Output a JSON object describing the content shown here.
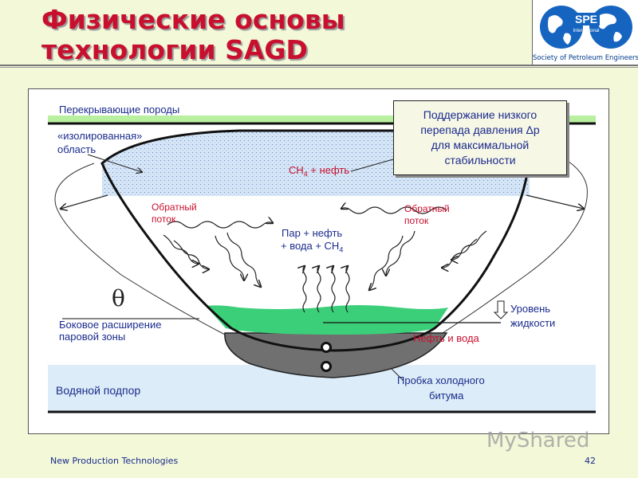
{
  "header": {
    "title_line1": "Физические основы",
    "title_line2": "технологии SAGD",
    "logo_text": "SPE",
    "logo_sub": "International",
    "logo_tagline": "Society of Petroleum Engineers"
  },
  "diagram": {
    "overburden_label": "Перекрывающие породы",
    "isolated_line1": "«изолированная»",
    "isolated_line2": "область",
    "ch4_oil_prefix": "CH",
    "ch4_oil_sub": "4",
    "ch4_oil_suffix": " + нефть",
    "backflow_left_line1": "Обратный",
    "backflow_left_line2": "поток",
    "backflow_right_line1": "Обратный",
    "backflow_right_line2": "поток",
    "steam_line1": "Пар + нефть",
    "steam_line2_prefix": "+ вода + CH",
    "steam_line2_sub": "4",
    "theta": "θ",
    "lateral_line1": "Боковое расширение",
    "lateral_line2": "паровой зоны",
    "liquid_line1": "Уровень",
    "liquid_line2": "жидкости",
    "oil_water": "Нефть и вода",
    "water_drive": "Водяной подпор",
    "cold_plug_line1": "Пробка холодного",
    "cold_plug_line2": "битума",
    "callout_line1": "Поддержание низкого",
    "callout_line2": "перепада давления Δp",
    "callout_line3": "для максимальной",
    "callout_line4": "стабильности"
  },
  "colors": {
    "title": "#c8102e",
    "label_blue": "#1a2b8c",
    "label_red": "#c8102e",
    "green_band": "#b8f0a0",
    "liquid_green": "#3ccf7a",
    "water_blue": "#dcecf8",
    "bitumen_gray": "#707070"
  },
  "footer": {
    "left": "New Production Technologies",
    "page": "42",
    "watermark": "MyShared"
  }
}
